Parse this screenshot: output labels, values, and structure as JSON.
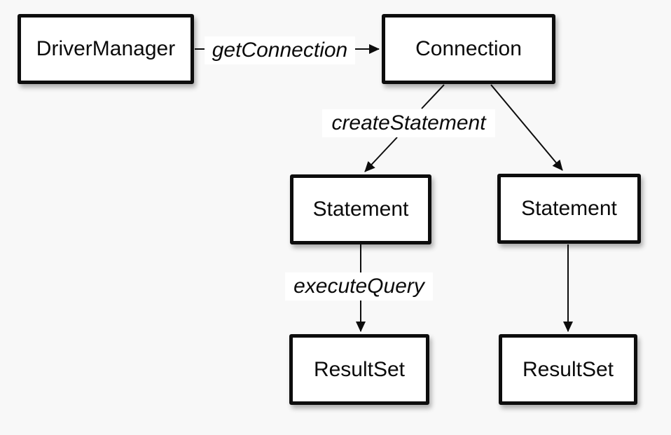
{
  "diagram": {
    "background_color": "#f8f8f8",
    "node_fill_color": "#ffffff",
    "line_color": "#0d0d0d",
    "nodes": [
      {
        "id": "driver-manager",
        "label": "DriverManager"
      },
      {
        "id": "connection",
        "label": "Connection"
      },
      {
        "id": "statement-left",
        "label": "Statement"
      },
      {
        "id": "statement-right",
        "label": "Statement"
      },
      {
        "id": "resultset-left",
        "label": "ResultSet"
      },
      {
        "id": "resultset-right",
        "label": "ResultSet"
      }
    ],
    "edge_labels": [
      {
        "id": "get-connection",
        "text": "getConnection"
      },
      {
        "id": "create-statement",
        "text": "createStatement"
      },
      {
        "id": "execute-query",
        "text": "executeQuery"
      }
    ]
  }
}
